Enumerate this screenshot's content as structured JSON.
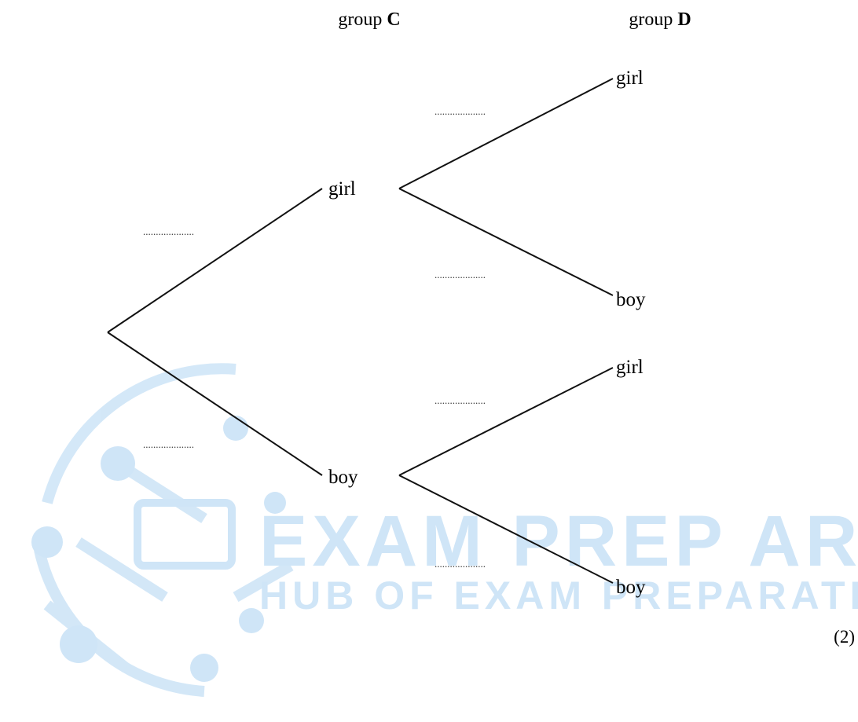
{
  "headers": {
    "group_c_prefix": "group ",
    "group_c_letter": "C",
    "group_d_prefix": "group ",
    "group_d_letter": "D"
  },
  "nodes": {
    "c_girl": "girl",
    "c_boy": "boy",
    "d_girl_girl": "girl",
    "d_girl_boy": "boy",
    "d_boy_girl": "girl",
    "d_boy_boy": "boy"
  },
  "probability_blanks": {
    "c_girl": "....................",
    "c_boy": "....................",
    "d_girl_girl": "....................",
    "d_girl_boy": "....................",
    "d_boy_girl": "....................",
    "d_boy_boy": "...................."
  },
  "marks": "(2)",
  "watermark": {
    "title": "EXAM PREP ARENA",
    "subtitle": "HUB OF EXAM PREPARATION",
    "color": "#cfe5f7"
  },
  "colors": {
    "ink": "#111111",
    "dotted": "#333333"
  }
}
